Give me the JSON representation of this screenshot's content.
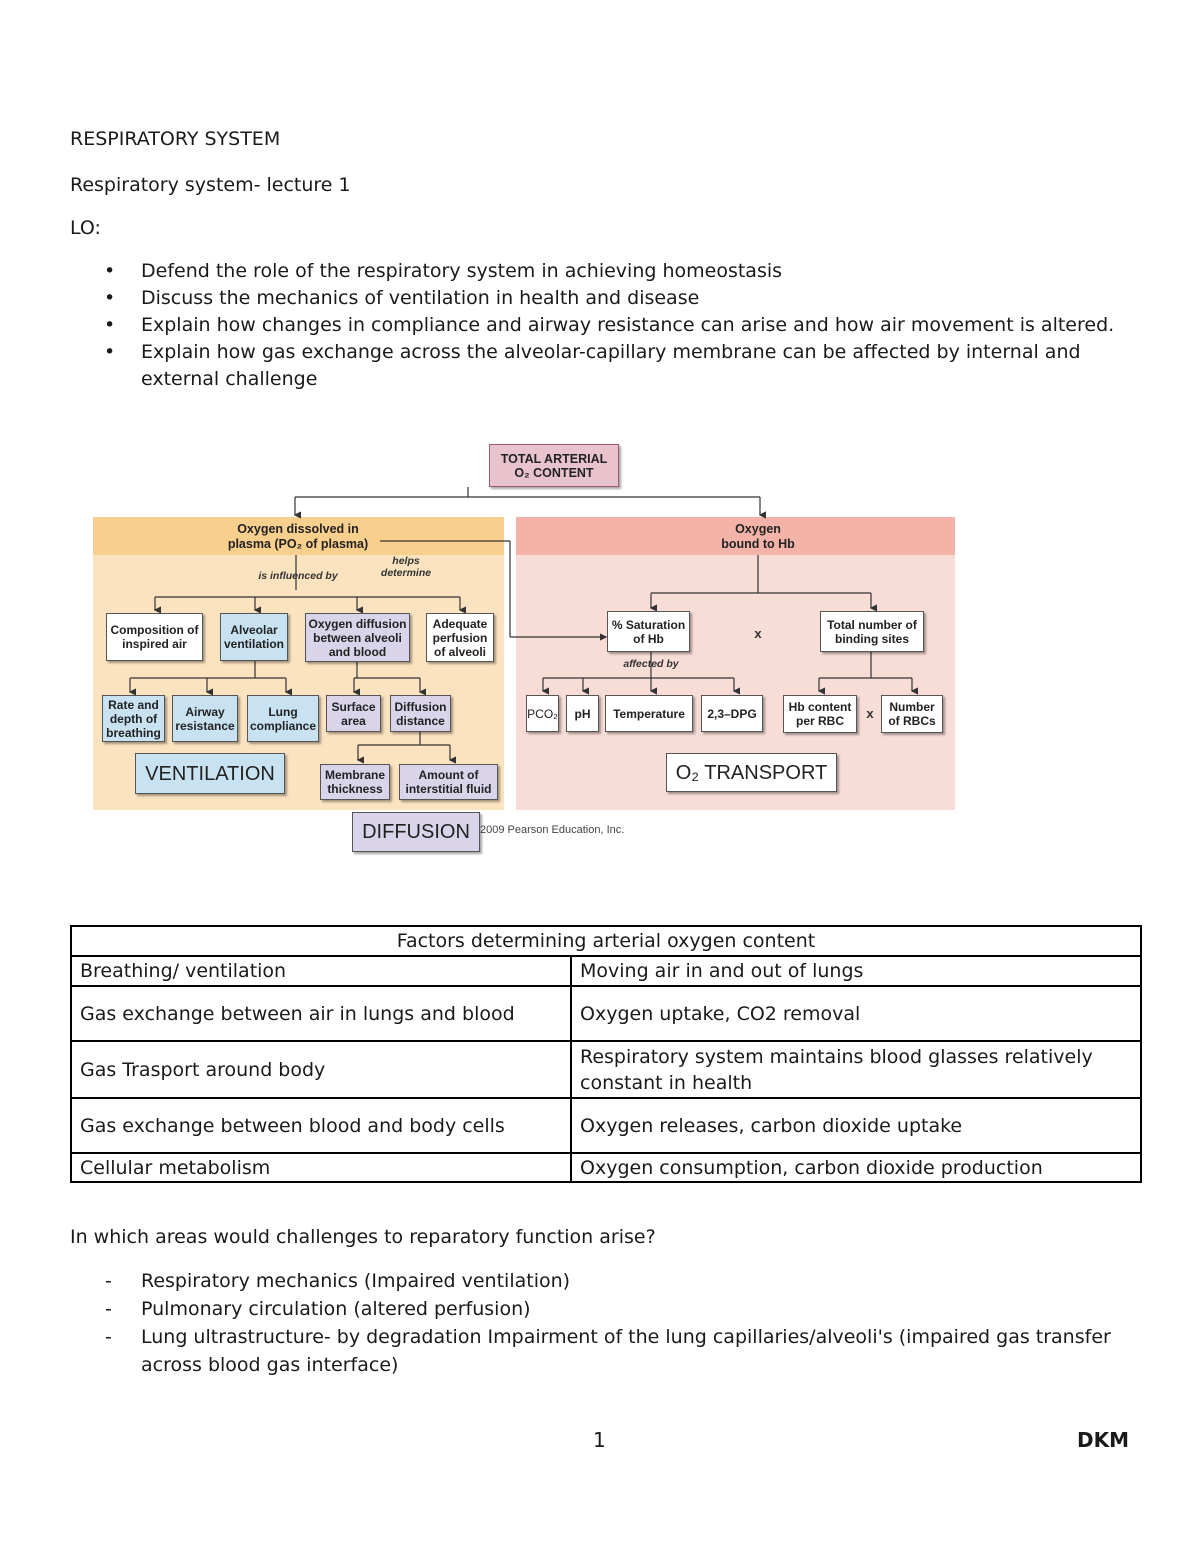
{
  "doc": {
    "heading": "RESPIRATORY SYSTEM",
    "subheading": "Respiratory system- lecture 1",
    "lo_label": "LO:",
    "objectives": [
      "Defend the role of the respiratory system in achieving homeostasis",
      "Discuss the mechanics of ventilation in health and disease",
      "Explain how changes in compliance and airway resistance can arise and how air movement is altered.",
      "Explain how gas exchange across the alveolar-capillary membrane can be affected by internal and external challenge"
    ]
  },
  "diagram": {
    "top_box": "TOTAL ARTERIAL\nO₂ CONTENT",
    "left_panel_title": "Oxygen dissolved in\nplasma (PO₂ of plasma)",
    "right_panel_title": "Oxygen\nbound to Hb",
    "is_influenced_by": "is influenced by",
    "helps_determine": "helps\ndetermine",
    "affected_by": "affected by",
    "composition": "Composition of\ninspired air",
    "alveolar_ventilation": "Alveolar\nventilation",
    "oxygen_diffusion": "Oxygen diffusion\nbetween alveoli\nand blood",
    "adequate_perfusion": "Adequate\nperfusion\nof alveoli",
    "rate_depth": "Rate and\ndepth of\nbreathing",
    "airway_resistance": "Airway\nresistance",
    "lung_compliance": "Lung\ncompliance",
    "surface_area": "Surface\narea",
    "diffusion_distance": "Diffusion\ndistance",
    "membrane_thickness": "Membrane\nthickness",
    "interstitial_fluid": "Amount of\ninterstitial fluid",
    "saturation": "% Saturation\nof Hb",
    "times": "x",
    "binding_sites": "Total number of\nbinding sites",
    "pco2": "PCO₂",
    "ph": "pH",
    "temperature": "Temperature",
    "dpg": "2,3–DPG",
    "hb_content": "Hb content\nper RBC",
    "num_rbcs": "Number\nof RBCs",
    "ventilation_label": "VENTILATION",
    "diffusion_label": "DIFFUSION",
    "transport_label": "O₂ TRANSPORT",
    "copyright": "2009 Pearson Education, Inc.",
    "colors": {
      "left_panel": "#fbe3c0",
      "left_header": "#f8cf8c",
      "right_panel": "#f8dcd6",
      "right_header": "#f3b3a8",
      "top_box": "#e8c2cc",
      "blue": "#c9e2f2",
      "lavender": "#d9d4ea"
    }
  },
  "table": {
    "header": "Factors determining arterial oxygen content",
    "rows": [
      [
        "Breathing/ ventilation",
        "Moving air in and out of lungs"
      ],
      [
        "Gas exchange between air in lungs and blood",
        "Oxygen uptake, CO2 removal"
      ],
      [
        "Gas Trasport around body",
        "Respiratory system maintains blood glasses relatively constant in health"
      ],
      [
        "Gas exchange between blood and body cells",
        "Oxygen releases, carbon dioxide uptake"
      ],
      [
        "Cellular metabolism",
        "Oxygen consumption, carbon dioxide production"
      ]
    ]
  },
  "challenges": {
    "question": "In which areas would challenges to reparatory function arise?",
    "items": [
      "Respiratory mechanics (Impaired ventilation)",
      "Pulmonary circulation (altered perfusion)",
      "Lung ultrastructure-  by degradation Impairment of the lung capillaries/alveoli's (impaired gas transfer across  blood gas interface)"
    ]
  },
  "footer": {
    "page_number": "1",
    "initials": "DKM"
  }
}
